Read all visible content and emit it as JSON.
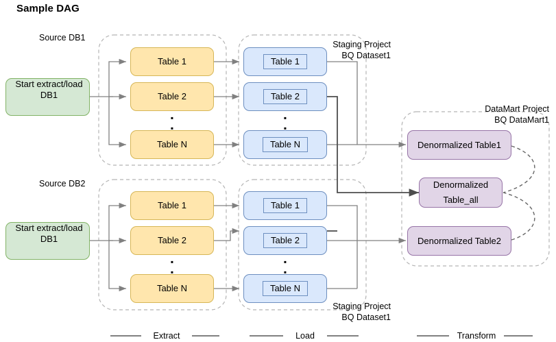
{
  "title": "Sample DAG",
  "colors": {
    "source_fill": "#ffe6ad",
    "source_stroke": "#d6b656",
    "staging_fill": "#dae8fc",
    "staging_stroke": "#6c8ebf",
    "datamart_fill": "#e1d5e7",
    "datamart_stroke": "#9673a6",
    "start_fill": "#d5e8d4",
    "start_stroke": "#82b366",
    "edge": "#808080",
    "container_stroke": "#b3b3b3"
  },
  "group_labels": {
    "source_db1": "Source DB1",
    "source_db2": "Source DB2",
    "staging_top_line1": "Staging Project",
    "staging_top_line2": "BQ Dataset1",
    "staging_bottom_line1": "Staging Project",
    "staging_bottom_line2": "BQ Dataset1",
    "datamart_line1": "DataMart Project",
    "datamart_line2": "BQ DataMart1"
  },
  "start_nodes": [
    {
      "id": "start-db1-top",
      "line1": "Start extract/load",
      "line2": "DB1"
    },
    {
      "id": "start-db1-bottom",
      "line1": "Start extract/load",
      "line2": "DB1"
    }
  ],
  "source_group_top": {
    "name": "source-db1",
    "tables": [
      "Table 1",
      "Table 2",
      "Table N"
    ],
    "ellipsis": "▪"
  },
  "source_group_bottom": {
    "name": "source-db2",
    "tables": [
      "Table 1",
      "Table 2",
      "Table N"
    ],
    "ellipsis": "▪"
  },
  "staging_group_top": {
    "name": "staging-dataset1-top",
    "tables": [
      "Table 1",
      "Table 2",
      "Table N"
    ],
    "ellipsis": "▪"
  },
  "staging_group_bottom": {
    "name": "staging-dataset1-bottom",
    "tables": [
      "Table 1",
      "Table 2",
      "Table N"
    ],
    "ellipsis": "▪"
  },
  "datamart": {
    "name": "datamart1",
    "nodes": [
      {
        "id": "denorm-table1",
        "text": "Denormalized Table1"
      },
      {
        "id": "denorm-table-all",
        "line1": "Denormalized",
        "line2": "Table_all"
      },
      {
        "id": "denorm-table2",
        "text": "Denormalized Table2"
      }
    ]
  },
  "legend": {
    "extract": "Extract",
    "load": "Load",
    "transform": "Transform"
  }
}
